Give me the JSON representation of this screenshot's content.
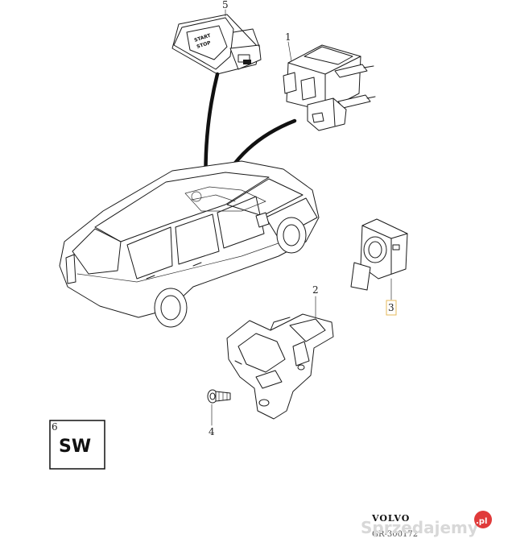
{
  "callouts": {
    "c1": "1",
    "c2": "2",
    "c3": "3",
    "c4": "4",
    "c5": "5",
    "c6": "6"
  },
  "start_button": {
    "line1": "START",
    "line2": "STOP"
  },
  "sw_box": {
    "label": "SW"
  },
  "footer": {
    "brand": "VOLVO",
    "reference": "GR-300172"
  },
  "watermark": {
    "text": "Sprzedajemy",
    "badge": ".pl"
  },
  "colors": {
    "highlight": "#e6b85a",
    "watermark_badge": "#e03a3a",
    "line": "#1a1a1a"
  }
}
